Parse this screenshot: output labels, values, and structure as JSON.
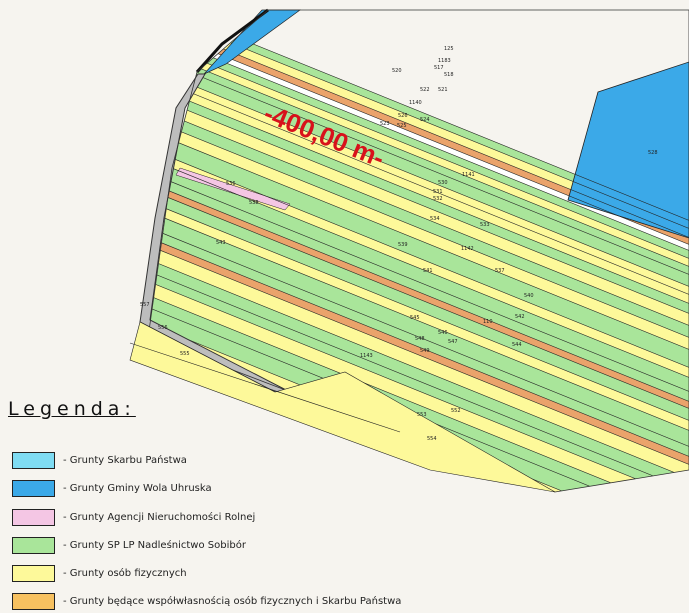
{
  "distance_label": "-400,00 m-",
  "parcels": [
    {
      "id": "p125",
      "label": "125"
    },
    {
      "id": "p1183",
      "label": "1183"
    },
    {
      "id": "p517",
      "label": "517"
    },
    {
      "id": "p518",
      "label": "518"
    },
    {
      "id": "p520",
      "label": "520"
    },
    {
      "id": "p521",
      "label": "521"
    },
    {
      "id": "p522",
      "label": "522"
    },
    {
      "id": "p1140",
      "label": "1140"
    },
    {
      "id": "p523",
      "label": "523"
    },
    {
      "id": "p524",
      "label": "524"
    },
    {
      "id": "p525",
      "label": "525"
    },
    {
      "id": "p526",
      "label": "526"
    },
    {
      "id": "p528",
      "label": "528"
    },
    {
      "id": "p1141",
      "label": "1141"
    },
    {
      "id": "p530",
      "label": "530"
    },
    {
      "id": "p531",
      "label": "531"
    },
    {
      "id": "p532",
      "label": "532"
    },
    {
      "id": "p533",
      "label": "533"
    },
    {
      "id": "p534",
      "label": "534"
    },
    {
      "id": "p536",
      "label": "536"
    },
    {
      "id": "p537",
      "label": "537"
    },
    {
      "id": "p538",
      "label": "538"
    },
    {
      "id": "p1142",
      "label": "1142"
    },
    {
      "id": "p539",
      "label": "539"
    },
    {
      "id": "p541",
      "label": "541"
    },
    {
      "id": "p543",
      "label": "543"
    },
    {
      "id": "p540",
      "label": "540"
    },
    {
      "id": "p542",
      "label": "542"
    },
    {
      "id": "p545",
      "label": "545"
    },
    {
      "id": "p110",
      "label": "110"
    },
    {
      "id": "p546",
      "label": "546"
    },
    {
      "id": "p547",
      "label": "547"
    },
    {
      "id": "p548",
      "label": "548"
    },
    {
      "id": "p549",
      "label": "549"
    },
    {
      "id": "p544",
      "label": "544"
    },
    {
      "id": "p1143",
      "label": "1143"
    },
    {
      "id": "p553",
      "label": "553"
    },
    {
      "id": "p552",
      "label": "552"
    },
    {
      "id": "p554",
      "label": "554"
    },
    {
      "id": "p557",
      "label": "557"
    },
    {
      "id": "p556",
      "label": "556"
    },
    {
      "id": "p555",
      "label": "555"
    }
  ],
  "legend": {
    "title": "Legenda:",
    "items": [
      {
        "key": "skarb-panstwa",
        "color": "#7fdcf3",
        "label": "- Grunty Skarbu Państwa"
      },
      {
        "key": "gmina",
        "color": "#3ba9e8",
        "label": "- Grunty Gminy Wola Uhruska"
      },
      {
        "key": "agencja",
        "color": "#f4c6e4",
        "label": "- Grunty Agencji Nieruchomości Rolnej"
      },
      {
        "key": "lasy",
        "color": "#a9e59a",
        "label": "- Grunty SP LP Nadleśnictwo Sobibór"
      },
      {
        "key": "osoby",
        "color": "#fdf99a",
        "label": "- Grunty osób fizycznych"
      },
      {
        "key": "wspolwlasnosc",
        "color": "#f7c160",
        "label": "- Grunty będące współwłasnością osób fizycznych i Skarbu Państwa"
      }
    ]
  }
}
